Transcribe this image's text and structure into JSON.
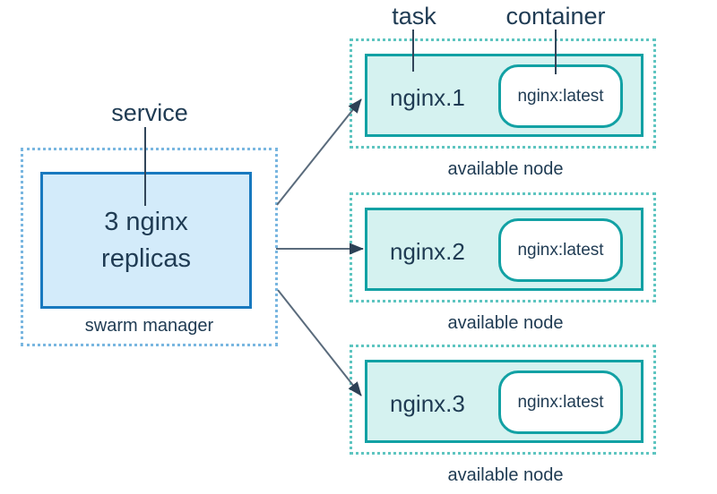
{
  "diagram": {
    "type": "docker-swarm-service-diagram",
    "labels": {
      "service": "service",
      "task": "task",
      "container": "container"
    },
    "manager": {
      "box_text": "3 nginx replicas",
      "caption": "swarm manager"
    },
    "nodes": [
      {
        "task": "nginx.1",
        "container": "nginx:latest",
        "caption": "available node"
      },
      {
        "task": "nginx.2",
        "container": "nginx:latest",
        "caption": "available node"
      },
      {
        "task": "nginx.3",
        "container": "nginx:latest",
        "caption": "available node"
      }
    ],
    "colors": {
      "text": "#1f3b53",
      "manager_border": "#1879bf",
      "manager_fill": "#d3ebfa",
      "manager_dotted": "#79b6e0",
      "node_border": "#12a1a4",
      "node_fill": "#d5f2f0",
      "node_dotted": "#5ec5c0",
      "pill_fill": "#ffffff",
      "arrow_line": "#5a6b7c",
      "arrow_head": "#2c4055",
      "callout_line": "#32465a"
    }
  }
}
